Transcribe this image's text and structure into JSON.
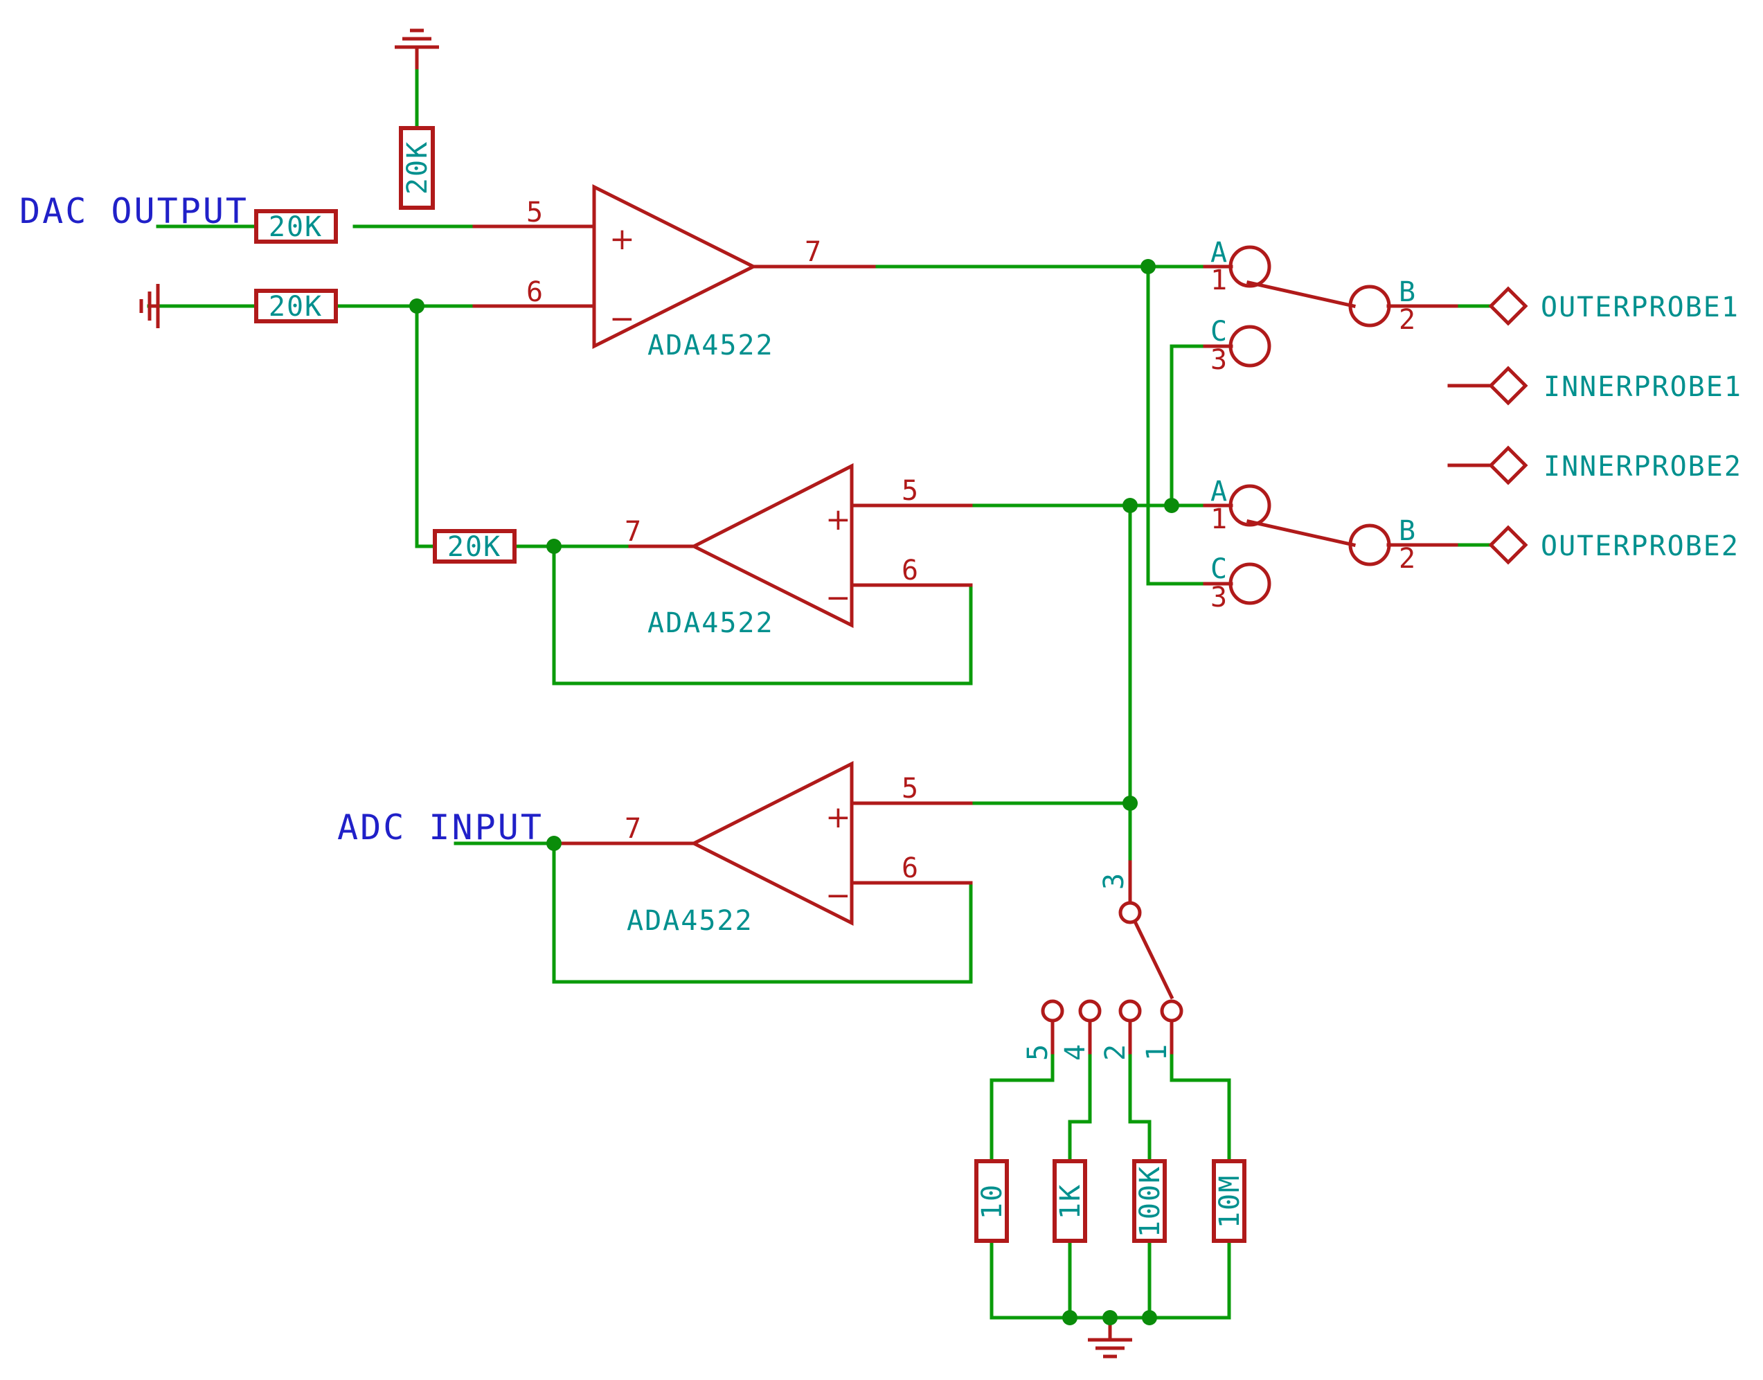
{
  "title": "",
  "net_labels": {
    "dac_output": "DAC OUTPUT",
    "adc_input": "ADC INPUT"
  },
  "opamps": {
    "u1": {
      "part": "ADA4522",
      "pin_plus": "5",
      "pin_minus": "6",
      "pin_out": "7",
      "plus_sign": "+",
      "minus_sign": "−"
    },
    "u2": {
      "part": "ADA4522",
      "pin_plus": "5",
      "pin_minus": "6",
      "pin_out": "7",
      "plus_sign": "+",
      "minus_sign": "−"
    },
    "u3": {
      "part": "ADA4522",
      "pin_plus": "5",
      "pin_minus": "6",
      "pin_out": "7",
      "plus_sign": "+",
      "minus_sign": "−"
    }
  },
  "resistors": {
    "r_dac": "20K",
    "r_pullup": "20K",
    "r_gnd": "20K",
    "r_feedback": "20K",
    "r_10": "10",
    "r_1k": "1K",
    "r_100k": "100K",
    "r_10m": "10M"
  },
  "switch1": {
    "a": "A",
    "a_num": "1",
    "b": "B",
    "b_num": "2",
    "c": "C",
    "c_num": "3"
  },
  "switch2": {
    "a": "A",
    "a_num": "1",
    "b": "B",
    "b_num": "2",
    "c": "C",
    "c_num": "3"
  },
  "range_switch": {
    "common": "3",
    "pos5": "5",
    "pos4": "4",
    "pos2": "2",
    "pos1": "1"
  },
  "ports": {
    "outerprobe1": "OUTERPROBE1",
    "innerprobe1": "INNERPROBE1",
    "innerprobe2": "INNERPROBE2",
    "outerprobe2": "OUTERPROBE2"
  },
  "colors": {
    "wire": "#0a9b0a",
    "symbol": "#b01a1a",
    "label": "#00908e",
    "net_label": "#2020c8"
  }
}
